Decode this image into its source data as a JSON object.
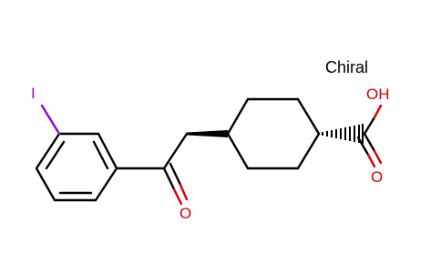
{
  "labels": {
    "chiral": "Chiral",
    "iodine": "I",
    "ketone_oxygen": "O",
    "acid_hydroxyl": "OH",
    "acid_carbonyl_oxygen": "O"
  },
  "colors": {
    "bond": "#000000",
    "oxygen": "#d60000",
    "iodine": "#9400d3",
    "background": "#ffffff"
  }
}
